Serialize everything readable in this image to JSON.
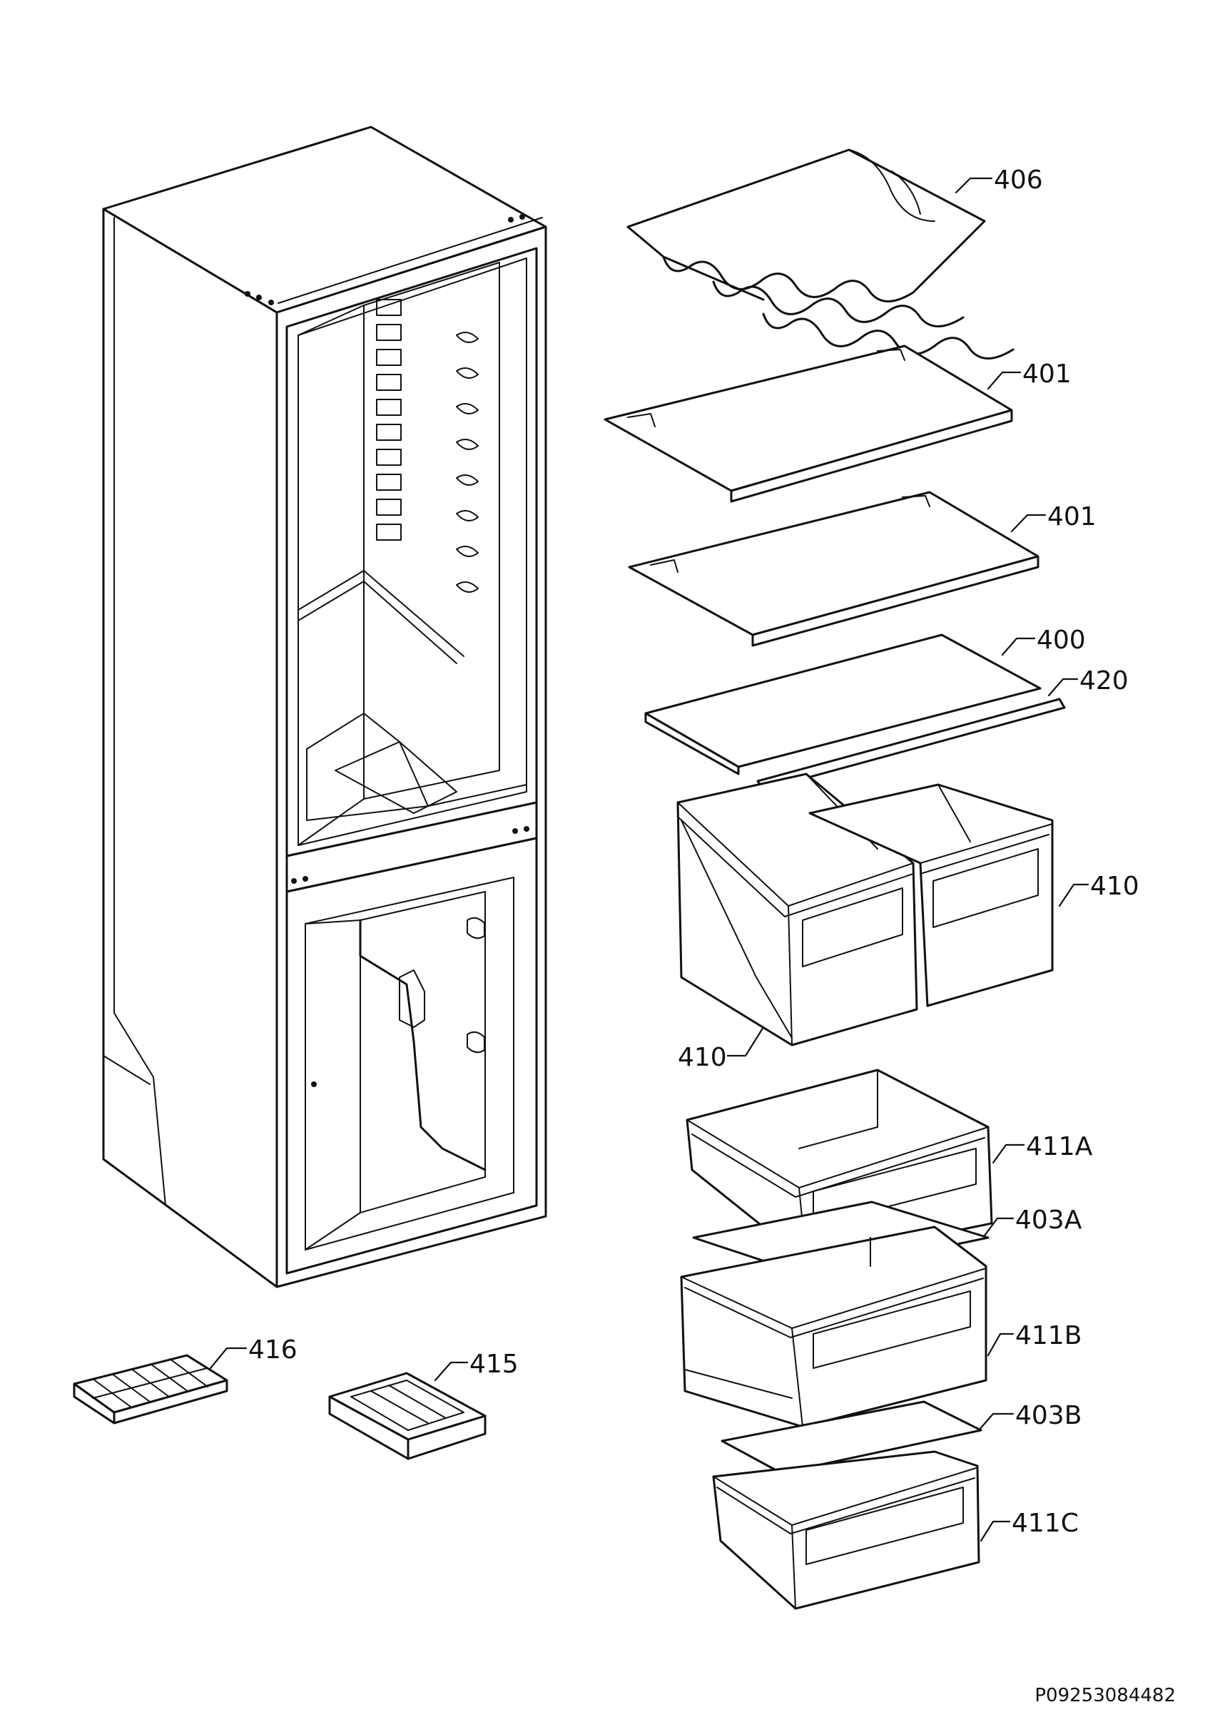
{
  "labels": {
    "p406": "406",
    "p401a": "401",
    "p401b": "401",
    "p400": "400",
    "p420": "420",
    "p410a": "410",
    "p410b": "410",
    "p411A": "411A",
    "p403A": "403A",
    "p411B": "411B",
    "p403B": "403B",
    "p411C": "411C",
    "p416": "416",
    "p415": "415"
  },
  "drawing_code": "P09253084482"
}
